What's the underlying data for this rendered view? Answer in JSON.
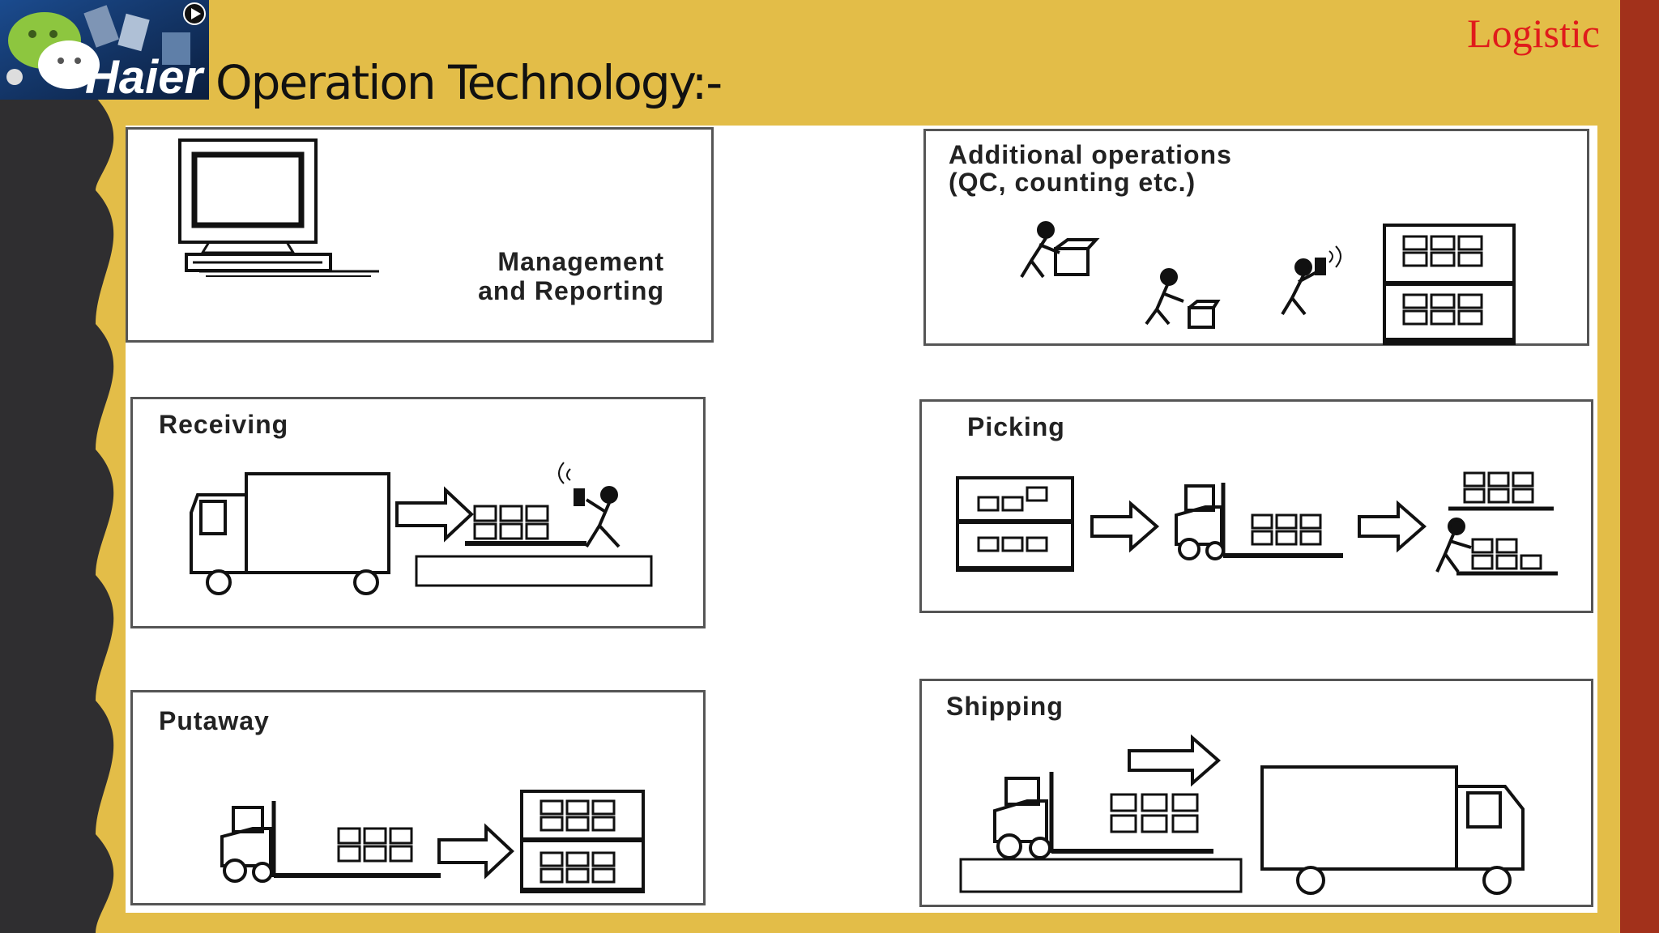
{
  "slide": {
    "title": "Operation Technology:-",
    "section_tag": "Logistic",
    "logo": {
      "text": "Haier",
      "icons": [
        "chat-bubble-icon",
        "play-icon"
      ]
    }
  },
  "panels": {
    "management": {
      "label_line1": "Management",
      "label_line2": "and Reporting"
    },
    "additional": {
      "label_line1": "Additional operations",
      "label_line2": "(QC, counting etc.)"
    },
    "receiving": {
      "label": "Receiving"
    },
    "picking": {
      "label": "Picking"
    },
    "putaway": {
      "label": "Putaway"
    },
    "shipping": {
      "label": "Shipping"
    }
  },
  "colors": {
    "background": "#E3BD48",
    "left_band": "#2F2E30",
    "right_strip": "#A2311B",
    "tag": "#E01B1B"
  }
}
